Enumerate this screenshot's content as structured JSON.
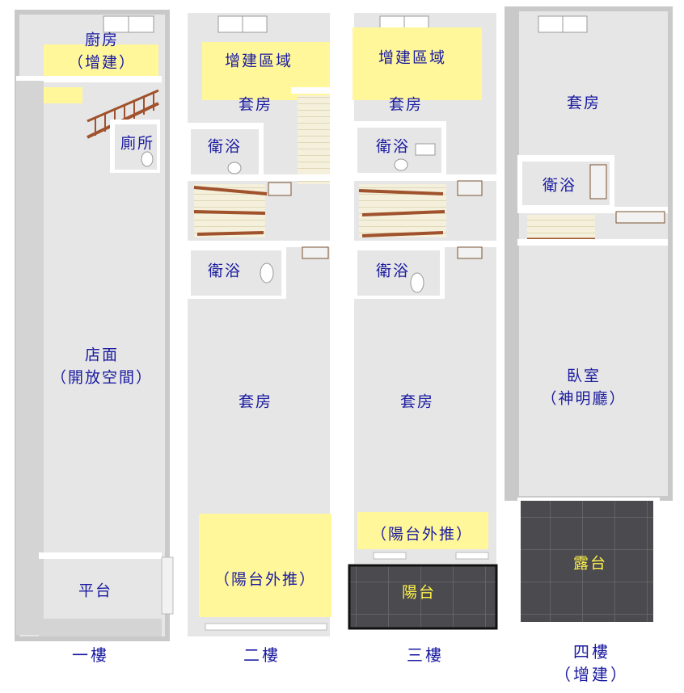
{
  "floors": [
    {
      "name": "一樓",
      "rooms": {
        "kitchen": "廚房",
        "kitchen_note": "（增建）",
        "toilet": "廁所",
        "shop": "店面",
        "shop_note": "（開放空間）",
        "platform": "平台"
      }
    },
    {
      "name": "二樓",
      "rooms": {
        "extension": "增建區域",
        "suite_top": "套房",
        "bath_1": "衛浴",
        "bath_2": "衛浴",
        "suite_main": "套房",
        "balcony_push": "（陽台外推）"
      }
    },
    {
      "name": "三樓",
      "rooms": {
        "extension": "增建區域",
        "suite_top": "套房",
        "bath_1": "衛浴",
        "bath_2": "衛浴",
        "suite_main": "套房",
        "balcony_push": "（陽台外推）",
        "balcony": "陽台"
      }
    },
    {
      "name": "四樓",
      "name_note": "（增建）",
      "rooms": {
        "suite_top": "套房",
        "bath": "衛浴",
        "bedroom": "臥室",
        "bedroom_note": "（神明廳）",
        "terrace": "露台"
      }
    }
  ],
  "colors": {
    "floor_fill": "#e6e6e6",
    "wall": "#ffffff",
    "wall_shadow": "#c9c9c9",
    "highlight": "#fff79a",
    "label": "#1a1aa0",
    "tile": "#4a4a4f",
    "stair_wood": "#a0522d"
  }
}
